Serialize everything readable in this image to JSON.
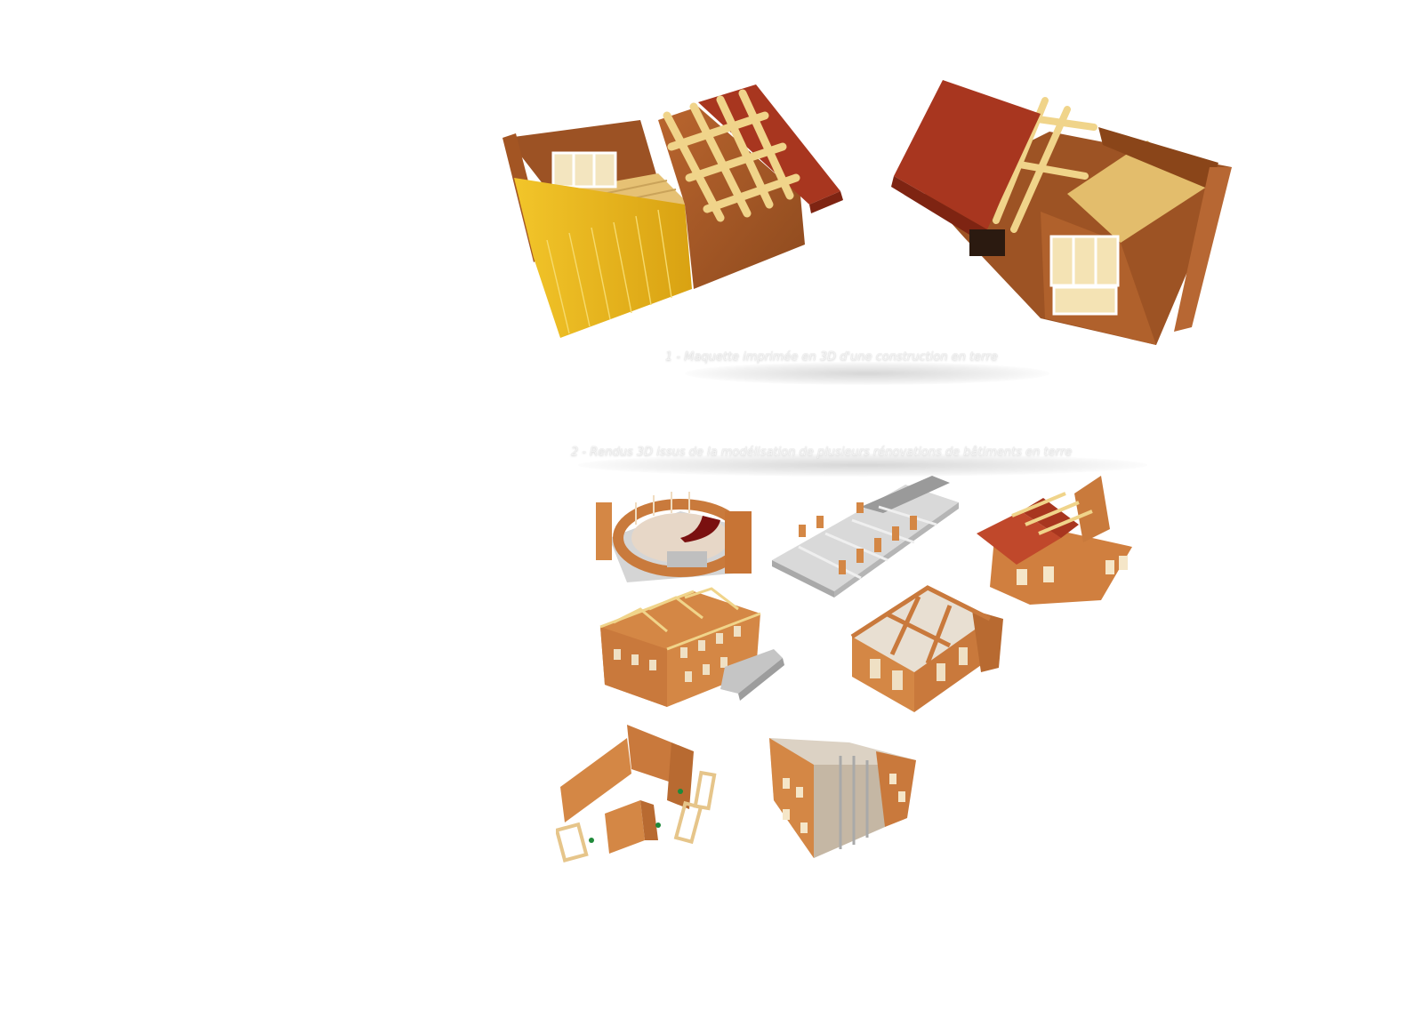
{
  "captions": {
    "figure1": "1 - Maquette imprimée en 3D d'une construction en terre",
    "figure2": "2 - Rendus 3D issus de la modélisation de plusieurs rénovations de bâtiments en terre"
  },
  "colors": {
    "background": "#ffffff",
    "earth_wall": "#b8662f",
    "earth_wall_light": "#d9894a",
    "roof_red": "#a8361f",
    "timber": "#f0d48a",
    "yellow_insulation": "#e8b51a",
    "concrete": "#c9c9c9"
  },
  "images": [
    {
      "name": "printed-model-1",
      "subject": "3D printed house model with yellow insulation panel and timber roof frame"
    },
    {
      "name": "printed-model-2",
      "subject": "3D printed house model with red roof and windows"
    },
    {
      "name": "render-circular-building",
      "subject": "circular earth building render"
    },
    {
      "name": "render-long-building",
      "subject": "long building with partitions render"
    },
    {
      "name": "render-gable-house",
      "subject": "gable house with red roof render"
    },
    {
      "name": "render-three-storey-building",
      "subject": "three-storey building with roof trusses render"
    },
    {
      "name": "render-open-frame-building",
      "subject": "open frame building render"
    },
    {
      "name": "render-exploded-walls",
      "subject": "exploded wall panels render"
    },
    {
      "name": "render-pentagonal-building",
      "subject": "pentagonal building render"
    }
  ]
}
